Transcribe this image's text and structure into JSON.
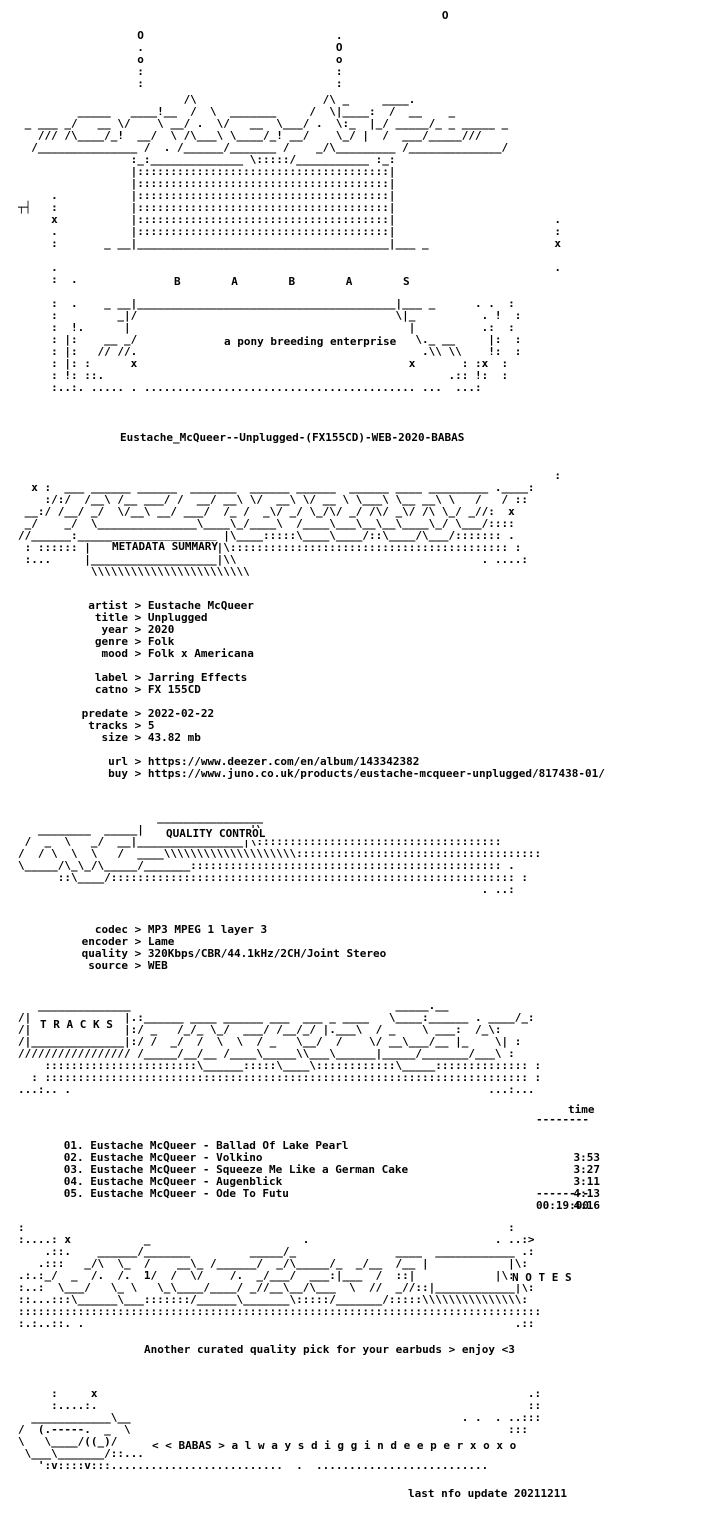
{
  "release_name": "Eustache_McQueer--Unplugged-(FX155CD)-WEB-2020-BABAS",
  "logo": {
    "letters": "B A B A S",
    "tagline": "a pony breeding enterprise"
  },
  "metadata": {
    "heading": "METADATA SUMMARY",
    "fields": [
      {
        "key": "artist",
        "value": "Eustache McQueer"
      },
      {
        "key": "title",
        "value": "Unplugged"
      },
      {
        "key": "year",
        "value": "2020"
      },
      {
        "key": "genre",
        "value": "Folk"
      },
      {
        "key": "mood",
        "value": "Folk x Americana"
      },
      {
        "key": "label",
        "value": "Jarring Effects"
      },
      {
        "key": "catno",
        "value": "FX 155CD"
      },
      {
        "key": "predate",
        "value": "2022-02-22"
      },
      {
        "key": "tracks",
        "value": "5"
      },
      {
        "key": "size",
        "value": "43.82 mb"
      },
      {
        "key": "url",
        "value": "https://www.deezer.com/en/album/143342382"
      },
      {
        "key": "buy",
        "value": "https://www.juno.co.uk/products/eustache-mcqueer-unplugged/817438-01/"
      }
    ]
  },
  "quality": {
    "heading": "QUALITY CONTROL",
    "fields": [
      {
        "key": "codec",
        "value": "MP3 MPEG 1 layer 3"
      },
      {
        "key": "encoder",
        "value": "Lame"
      },
      {
        "key": "quality",
        "value": "320Kbps/CBR/44.1kHz/2CH/Joint Stereo"
      },
      {
        "key": "source",
        "value": "WEB"
      }
    ]
  },
  "tracks": {
    "heading": "T R A C K S",
    "time_label": "time",
    "list": [
      {
        "num": "01.",
        "title": "Eustache McQueer - Ballad Of Lake Pearl",
        "time": "3:53"
      },
      {
        "num": "02.",
        "title": "Eustache McQueer - Volkino",
        "time": "3:27"
      },
      {
        "num": "03.",
        "title": "Eustache McQueer - Squeeze Me Like a German Cake",
        "time": "3:11"
      },
      {
        "num": "04.",
        "title": "Eustache McQueer - Augenblick",
        "time": "4:13"
      },
      {
        "num": "05.",
        "title": "Eustache McQueer - Ode To Futu",
        "time": "4:16"
      }
    ],
    "total": "00:19:00"
  },
  "notes": {
    "heading": "N O T E S",
    "text": "Another curated quality pick for your earbuds > enjoy <3"
  },
  "footer": {
    "motto": "< < BABAS > a l w a y s d i g g i n d e e p e r x o x o",
    "update": "last nfo update 20211211"
  }
}
